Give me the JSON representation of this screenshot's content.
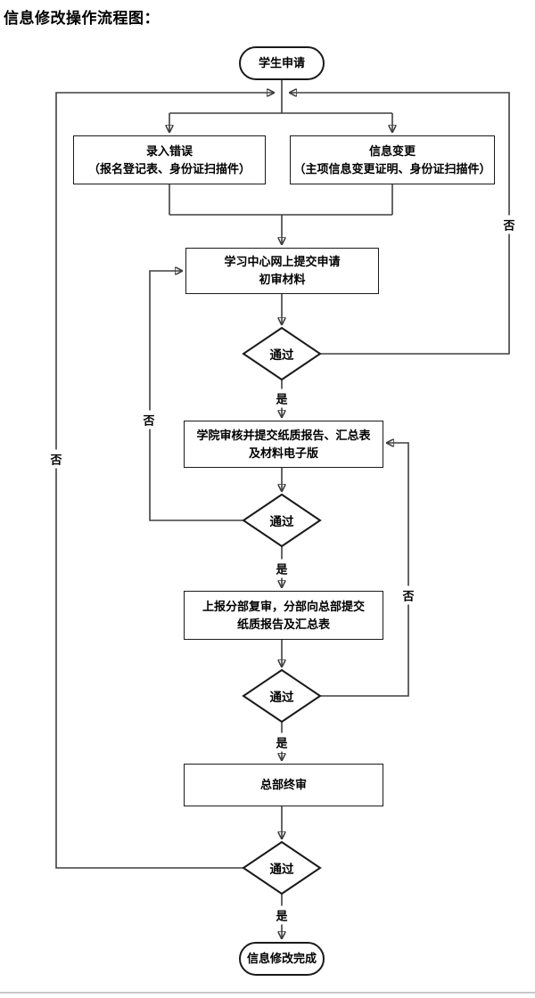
{
  "header": {
    "title": "信息修改操作流程图："
  },
  "nodes": {
    "start": {
      "label": "学生申请"
    },
    "entry_error": {
      "line1": "录入错误",
      "line2": "（报名登记表、身份证扫描件）"
    },
    "info_change": {
      "line1": "信息变更",
      "line2": "（主项信息变更证明、身份证扫描件）"
    },
    "center_submit": {
      "line1": "学习中心网上提交申请",
      "line2": "初审材料"
    },
    "college_review": {
      "line1": "学院审核并提交纸质报告、汇总表",
      "line2": "及材料电子版"
    },
    "branch_review": {
      "line1": "上报分部复审，分部向总部提交",
      "line2": "纸质报告及汇总表"
    },
    "hq_final": {
      "label": "总部终审"
    },
    "decision1": {
      "label": "通过"
    },
    "decision2": {
      "label": "通过"
    },
    "decision3": {
      "label": "通过"
    },
    "decision4": {
      "label": "通过"
    },
    "end": {
      "label": "信息修改完成"
    }
  },
  "edge_labels": {
    "d1_yes": "是",
    "d1_no": "否",
    "d2_yes": "是",
    "d2_no": "否",
    "d3_yes": "是",
    "d3_no": "否",
    "d4_yes": "是",
    "d4_no": "否"
  },
  "colors": {
    "line": "#3f3f3f",
    "node_border": "#1a1a1a",
    "text": "#000000",
    "background": "#ffffff",
    "bottom_divider": "#c8c8c8"
  }
}
